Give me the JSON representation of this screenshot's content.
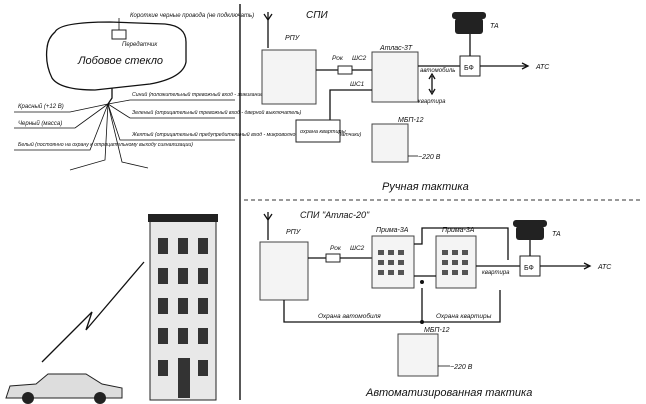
{
  "windshield": {
    "title": "Лобовое стекло",
    "wires_note": "Короткие черные провода (не подключать)",
    "transmitter": "Передатчик",
    "left_wires": [
      "Красный (+12 В)",
      "Черный (масса)",
      "Белый (постоянно на охрану к отрицательному выходу сигнализации)"
    ],
    "right_wires": [
      "Синий (положительный тревожный вход - зажигание)",
      "Зеленый (отрицательный тревожный вход - дверной выключатель)",
      "Желтый (отрицательный предупредительный вход - микроволновый или ударный датчики)"
    ]
  },
  "top": {
    "system": "СПИ",
    "rpu": "РПУ",
    "main_unit": "Атлас-3Т",
    "rok": "Рок",
    "shs2": "ШС2",
    "shs1": "ШС1",
    "car": "автомобиль",
    "apartment": "квартира",
    "guard_box": "охрана квартиры",
    "mbp": "МБП-12",
    "power": "~220 В",
    "bf": "БФ",
    "ta": "ТА",
    "ats": "АТС",
    "caption": "Ручная тактика"
  },
  "bottom": {
    "system": "СПИ \"Атлас-20\"",
    "rpu": "РПУ",
    "rok": "Рок",
    "shs2": "ШС2",
    "unit1": "Прима-3А",
    "unit2": "Прима-3А",
    "apartment": "квартира",
    "bf": "БФ",
    "ta": "ТА",
    "ats": "АТС",
    "car_guard": "Охрана автомобиля",
    "apt_guard": "Охрана квартиры",
    "mbp": "МБП-12",
    "power": "~220 В",
    "caption": "Автоматизированная тактика"
  }
}
